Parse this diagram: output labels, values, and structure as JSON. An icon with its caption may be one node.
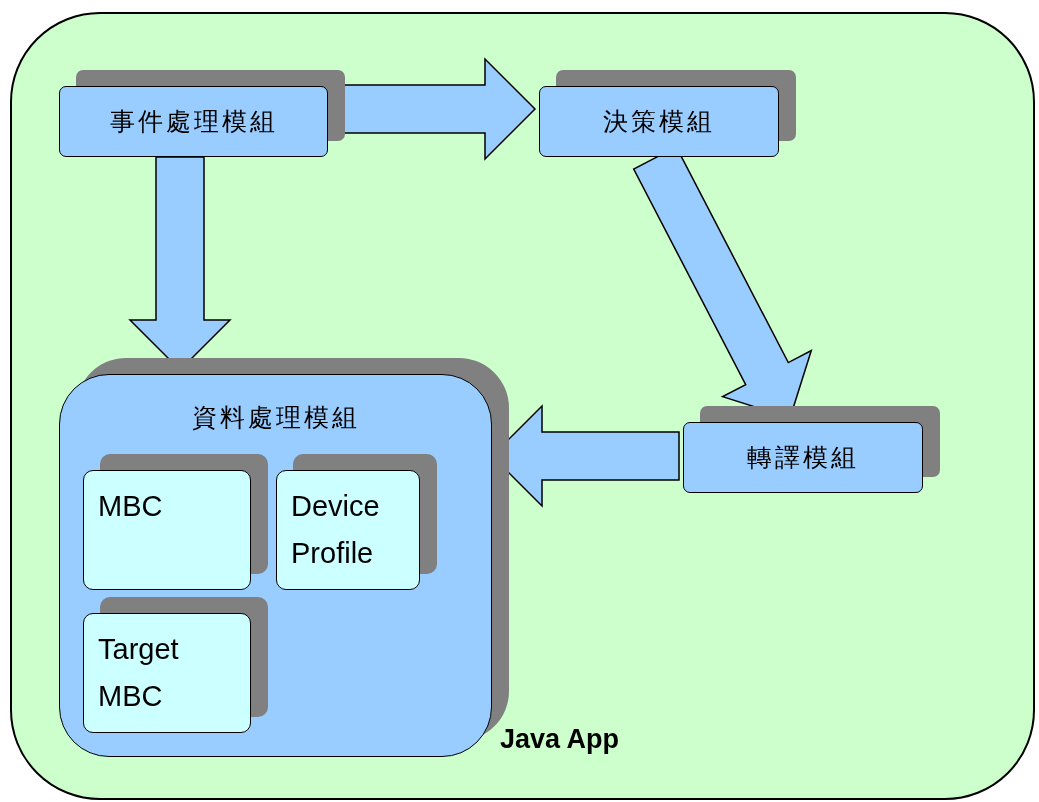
{
  "diagram": {
    "nodes": [
      {
        "text": [
          "Java App"
        ]
      },
      {
        "text": [
          "事件處理模組"
        ],
        "in": 0
      },
      {
        "text": [
          "決策模組"
        ],
        "in": 0
      },
      {
        "text": [
          "資料處理模組"
        ],
        "in": 0
      },
      {
        "text": [
          "MBC"
        ],
        "in": 3
      },
      {
        "text": [
          "Device Profile"
        ],
        "in": 3
      },
      {
        "text": [
          "Target MBC"
        ],
        "in": 3
      },
      {
        "text": [
          "轉譯模組"
        ],
        "in": 0
      }
    ],
    "edges": [
      {
        "from": 1,
        "to": 2,
        "arrow": "to"
      },
      {
        "from": 1,
        "to": 3,
        "arrow": "to"
      },
      {
        "from": 2,
        "to": 7,
        "arrow": "to"
      },
      {
        "from": 7,
        "to": 3,
        "arrow": "to"
      }
    ]
  }
}
